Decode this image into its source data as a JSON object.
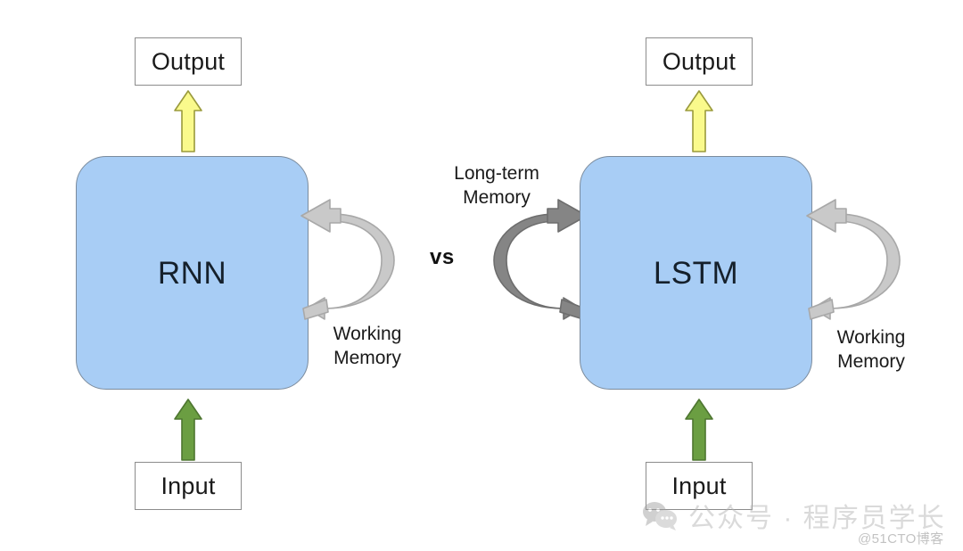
{
  "diagram": {
    "title": "RNN vs LSTM",
    "comparator": "vs",
    "colors": {
      "cell_fill": "#a8cdf5",
      "cell_border": "#7b8b9c",
      "output_arrow": "#fafa8c",
      "output_arrow_border": "#9a9a3c",
      "input_arrow": "#6b9e42",
      "input_arrow_border": "#4e7630",
      "working_memory_loop": "#c9c9c9",
      "working_memory_loop_border": "#a8a8a8",
      "long_term_memory_loop": "#858585",
      "long_term_memory_loop_border": "#6e6e6e",
      "box_border": "#8c8c8c",
      "background": "#ffffff"
    },
    "left": {
      "cell_label": "RNN",
      "output_label": "Output",
      "input_label": "Input",
      "loop_label": "Working\nMemory"
    },
    "right": {
      "cell_label": "LSTM",
      "output_label": "Output",
      "input_label": "Input",
      "loop_label": "Working\nMemory",
      "long_term_label": "Long-term\nMemory"
    }
  },
  "watermark": {
    "text": "公众号 · 程序员学长",
    "credit": "@51CTO博客",
    "icon": "wechat-bubbles-icon"
  }
}
